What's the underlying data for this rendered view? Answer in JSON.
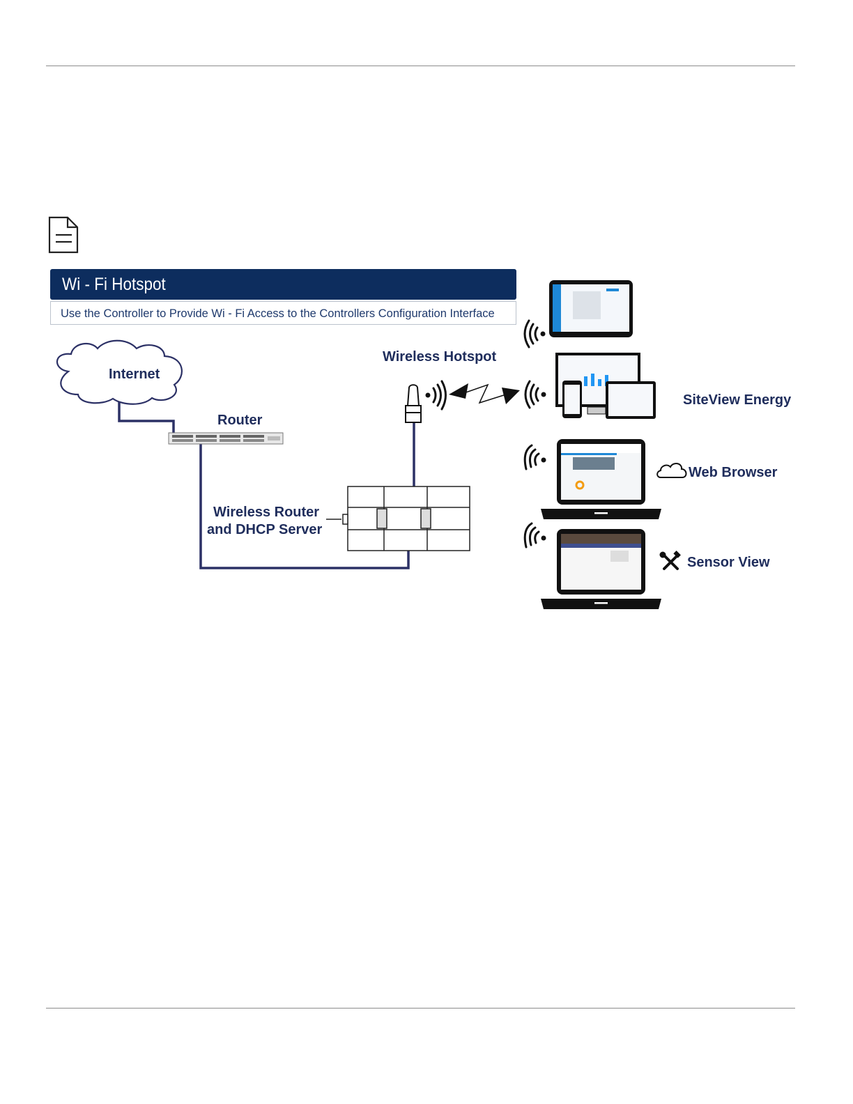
{
  "header": {
    "title": "Wi - Fi Hotspot",
    "subtitle": "Use the Controller to Provide Wi - Fi Access to the Controllers  Configuration Interface"
  },
  "diagram": {
    "nodes": {
      "internet": "Internet",
      "router": "Router",
      "wireless_hotspot": "Wireless Hotspot",
      "wireless_router_line1": "Wireless Router",
      "wireless_router_line2": "and DHCP Server",
      "siteview": "SiteView Energy",
      "web_browser": "Web Browser",
      "sensor_view": "Sensor View"
    },
    "icons": [
      "document-icon",
      "cloud-icon",
      "router-switch-icon",
      "wifi-adapter-icon",
      "controller-module-icon",
      "tablet-icon",
      "monitor-phone-tablet-icon",
      "laptop-icon",
      "wifi-signal-icon",
      "cloud-outline-icon",
      "tools-icon"
    ],
    "colors": {
      "navy": "#0d2d5e",
      "label": "#1f2d5c",
      "connector": "#2c3166",
      "rule": "#8c8c8c"
    }
  }
}
